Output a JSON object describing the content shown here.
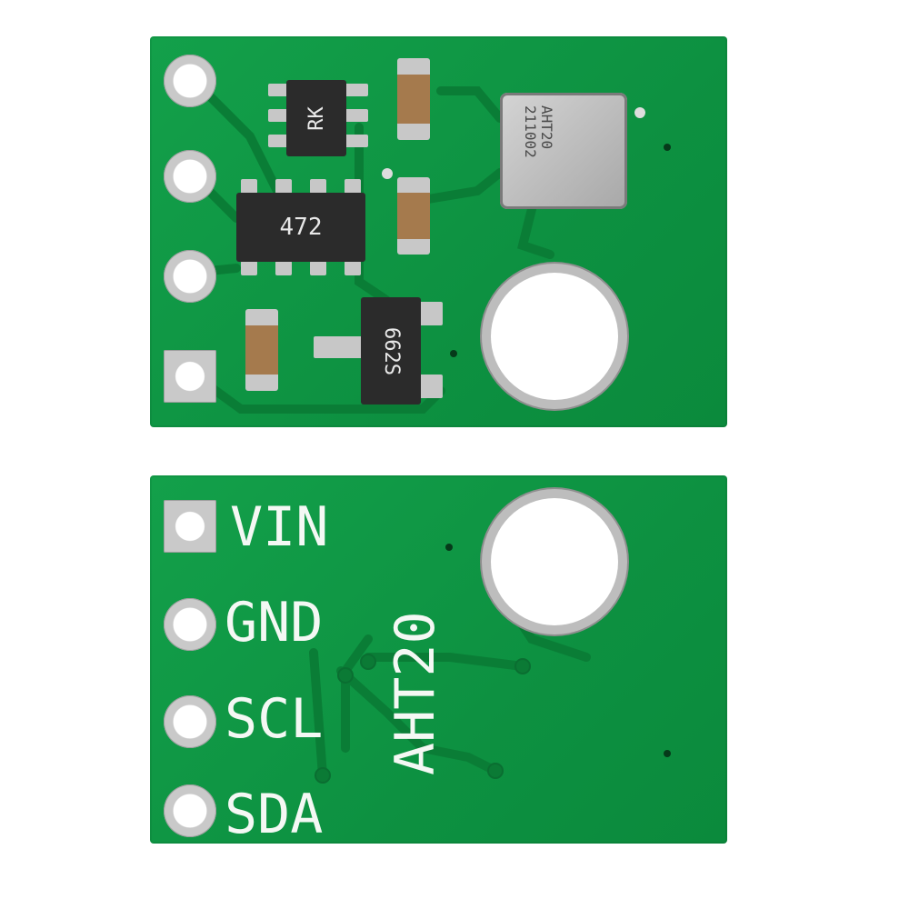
{
  "top_board": {
    "chip_resistor_label": "472",
    "chip_ic_label": "RK",
    "chip_regulator_label": "662S",
    "sensor_label_line1": "AHT20",
    "sensor_label_line2": "211002"
  },
  "bottom_board": {
    "pins": [
      {
        "label": "VIN"
      },
      {
        "label": "GND"
      },
      {
        "label": "SCL"
      },
      {
        "label": "SDA"
      }
    ],
    "model_label": "AHT20"
  },
  "colors": {
    "pcb_green": "#0d9141",
    "silkscreen": "#f4f8f4",
    "pad_silver": "#c9c9c9"
  }
}
